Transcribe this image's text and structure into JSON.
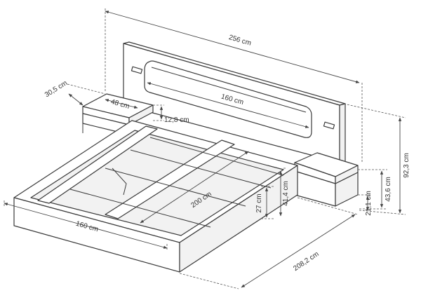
{
  "labels": {
    "total_width": "256 cm",
    "headboard_panel_width": "160 cm",
    "nightstand_depth": "30,5 cm",
    "nightstand_width": "48 cm",
    "nightstand_height": "12,8 cm",
    "total_height": "92,3 cm",
    "frame_height": "27 cm",
    "height_41": "41,4 cm",
    "height_43": "43,6 cm",
    "height_21": "21,1 cm",
    "mattress_length": "200 cm",
    "mattress_width": "160 cm",
    "total_length": "208,2 cm"
  }
}
